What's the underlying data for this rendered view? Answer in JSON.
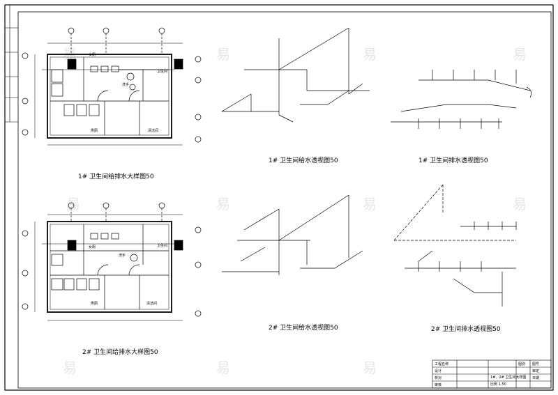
{
  "drawing_titles": {
    "plan1": "1# 卫生间给排水大样图50",
    "axo1_supply": "1# 卫生间给水透视图50",
    "axo1_drain": "1# 卫生间排水透视图50",
    "plan2": "2# 卫生间给排水大样图50",
    "axo2_supply": "2# 卫生间给水透视图50",
    "axo2_drain": "2# 卫生间排水透视图50"
  },
  "room_labels": {
    "plan1_women": "女厕",
    "plan1_men": "男厕",
    "plan1_clean": "清洁间",
    "plan1_wash": "洗手",
    "plan1_janitor": "卫生间",
    "plan2_women": "女厕",
    "plan2_men": "男厕",
    "plan2_clean": "清洁间",
    "plan2_wash": "洗手",
    "plan2_janitor": "卫生间"
  },
  "title_block": {
    "drawing_name": "1#、2# 卫生间大样图",
    "scale": "比例 1:50",
    "cells": [
      "工程名称",
      "图别",
      "图号",
      "设计",
      "校对",
      "审核",
      "审定",
      "日期"
    ]
  },
  "watermark": "易",
  "colors": {
    "line": "#000000",
    "watermark": "#e6e6e6",
    "background": "#ffffff"
  }
}
